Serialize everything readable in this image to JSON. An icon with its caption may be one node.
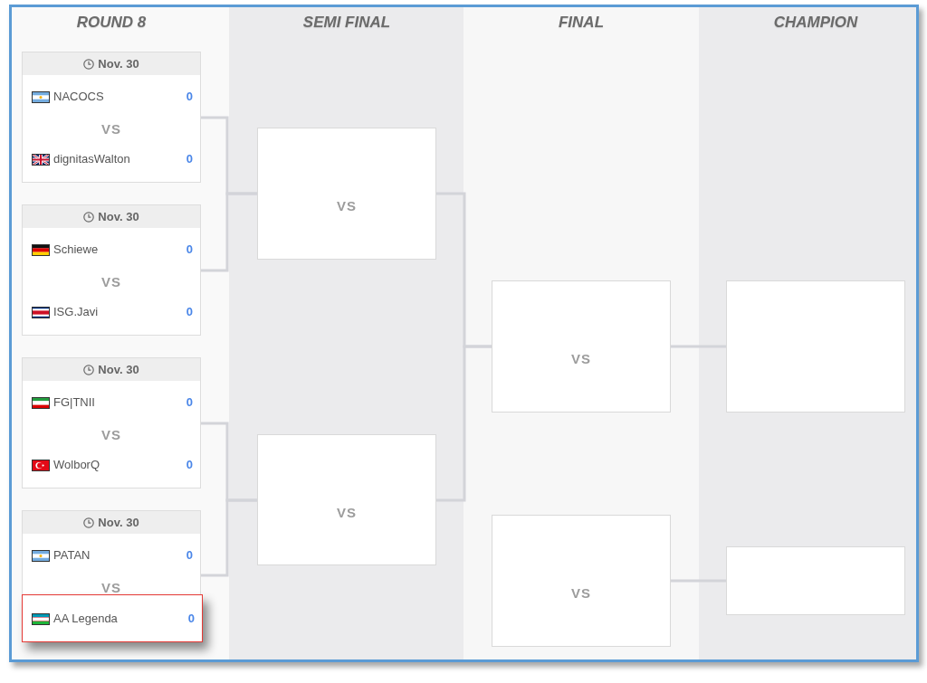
{
  "diagram": {
    "nodes": [
      {
        "text": [
          "Nov. 30",
          "NACOCS",
          "0",
          "VS",
          "dignitasWalton",
          "0"
        ]
      },
      {
        "text": [
          "Nov. 30",
          "Schiewe",
          "0",
          "VS",
          "ISG.Javi",
          "0"
        ]
      },
      {
        "text": [
          "Nov. 30",
          "FG|TNII",
          "0",
          "VS",
          "WolborQ",
          "0"
        ]
      },
      {
        "text": [
          "Nov. 30",
          "PATAN",
          "0",
          "VS"
        ]
      },
      {
        "text": [
          "AA Legenda",
          "0"
        ],
        "in": 3
      },
      {
        "text": [
          "VS"
        ]
      },
      {
        "text": [
          "VS"
        ]
      },
      {
        "text": [
          "VS"
        ]
      },
      {
        "text": [
          "VS"
        ]
      },
      {
        "text": [],
        "shape": "box"
      },
      {
        "text": [],
        "shape": "box"
      }
    ],
    "edges": [
      {
        "from": 0,
        "to": 5,
        "arrow": "none"
      },
      {
        "from": 1,
        "to": 5,
        "arrow": "none"
      },
      {
        "from": 2,
        "to": 6,
        "arrow": "none"
      },
      {
        "from": 3,
        "to": 6,
        "arrow": "none"
      },
      {
        "from": 5,
        "to": 7,
        "arrow": "none"
      },
      {
        "from": 6,
        "to": 7,
        "arrow": "none"
      },
      {
        "from": 7,
        "to": 9,
        "arrow": "none"
      },
      {
        "from": 8,
        "to": 10,
        "arrow": "none"
      }
    ],
    "labels": [
      "ROUND 8",
      "SEMI FINAL",
      "FINAL",
      "CHAMPION"
    ]
  }
}
